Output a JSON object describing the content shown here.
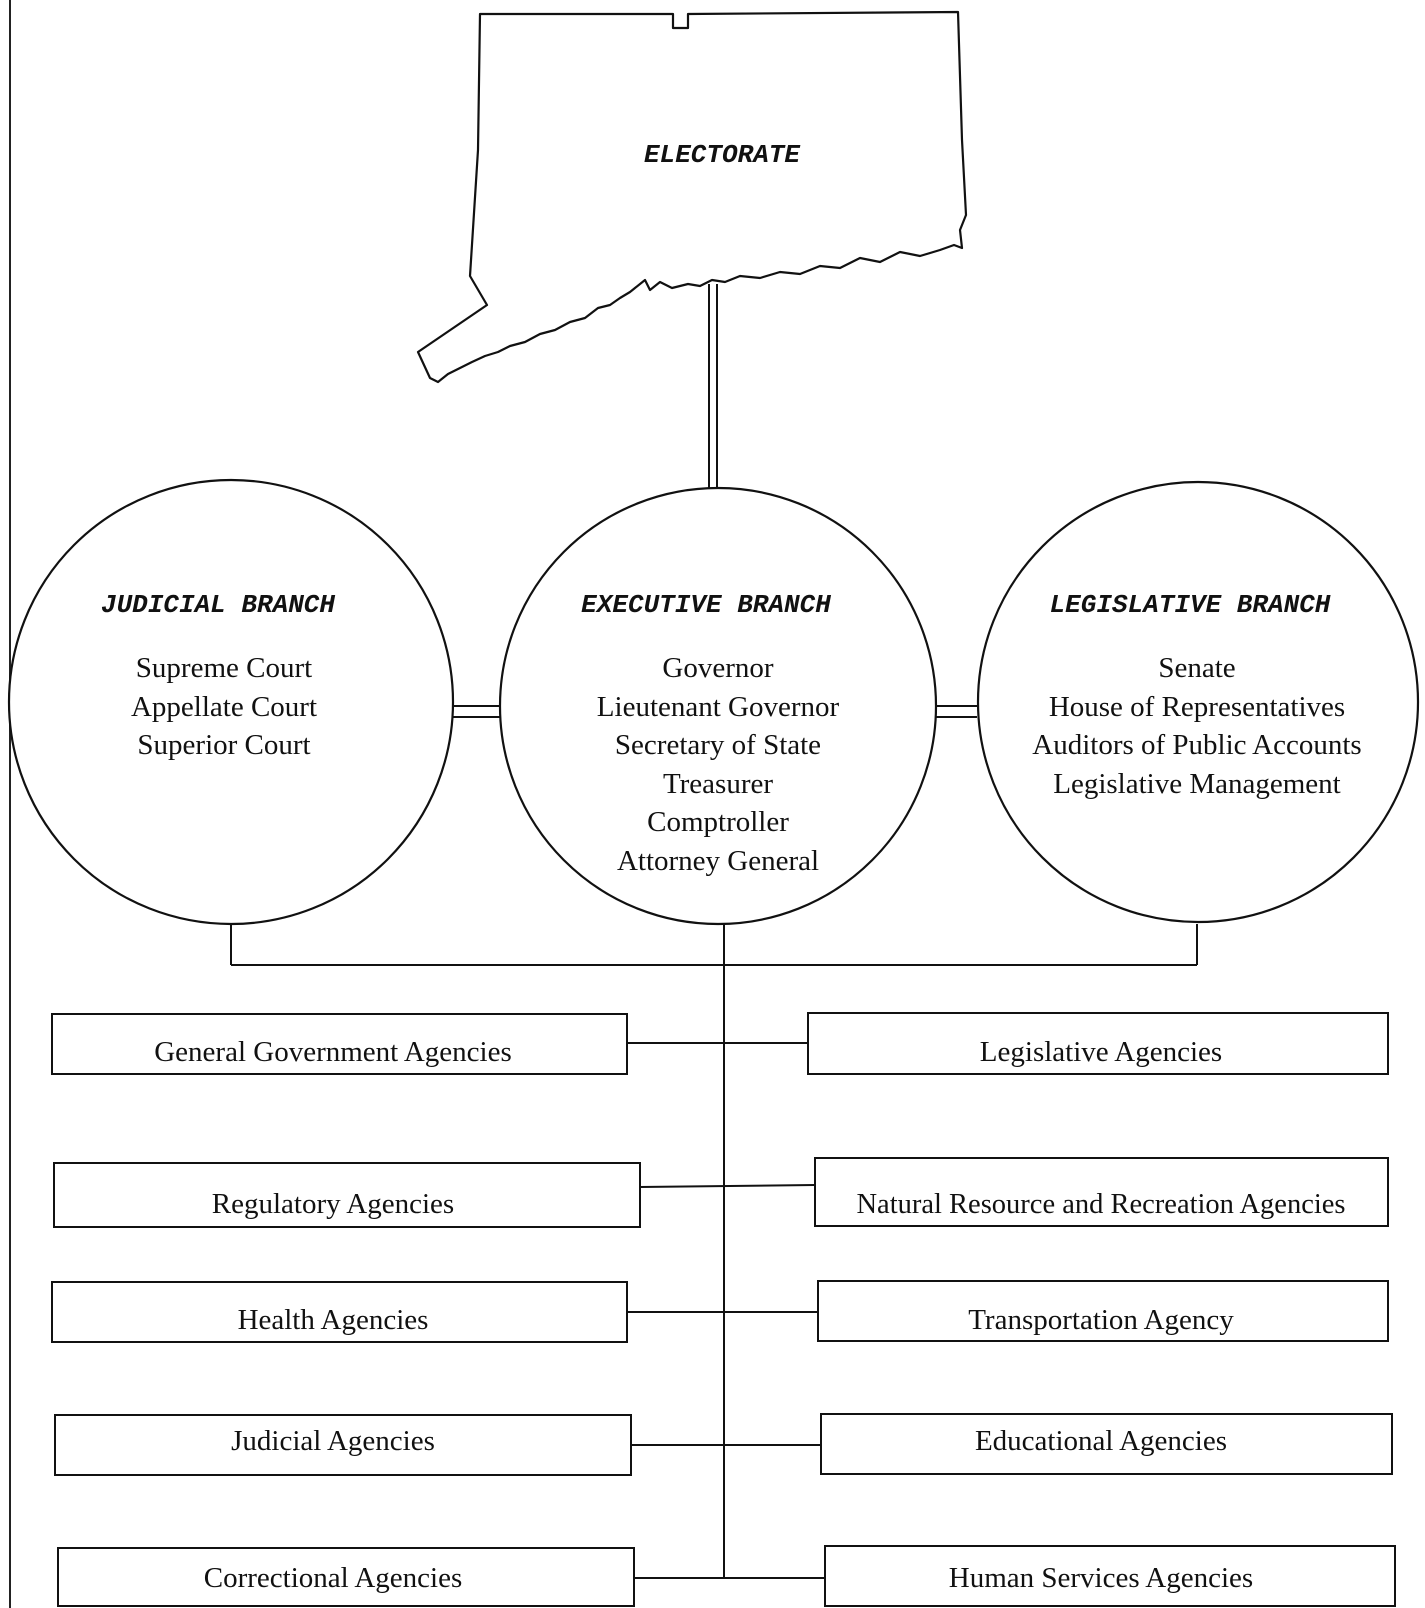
{
  "electorate": {
    "label": "ELECTORATE"
  },
  "branches": {
    "judicial": {
      "title": "JUDICIAL BRANCH",
      "members": [
        "Supreme Court",
        "Appellate Court",
        "Superior Court"
      ]
    },
    "executive": {
      "title": "EXECUTIVE BRANCH",
      "members": [
        "Governor",
        "Lieutenant Governor",
        "Secretary of State",
        "Treasurer",
        "Comptroller",
        "Attorney General"
      ]
    },
    "legislative": {
      "title": "LEGISLATIVE BRANCH",
      "members": [
        "Senate",
        "House of Representatives",
        "Auditors of Public Accounts",
        "Legislative Management"
      ]
    }
  },
  "agencies": {
    "left": [
      "General Government Agencies",
      "Regulatory Agencies",
      "Health Agencies",
      "Judicial Agencies",
      "Correctional Agencies"
    ],
    "right": [
      "Legislative Agencies",
      "Natural Resource and Recreation Agencies",
      "Transportation Agency",
      "Educational Agencies",
      "Human Services Agencies"
    ]
  }
}
